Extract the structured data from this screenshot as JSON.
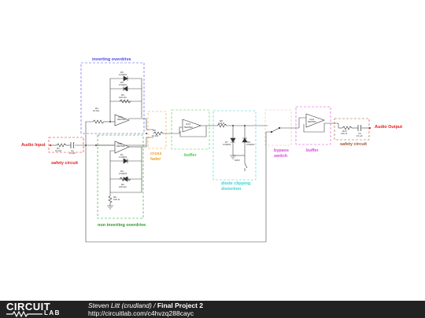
{
  "blocks": {
    "inverting_overdrive": "inverting overdrive",
    "non_inverting_overdrive": "non inverting overdrive",
    "cross_fader_line1": "cross",
    "cross_fader_line2": "fader",
    "buffer_1": "buffer",
    "diode_line1": "diode clipping",
    "diode_line2": "distortion",
    "bypass_line1": "bypass",
    "bypass_line2": "switch",
    "buffer_2": "buffer",
    "safety_in": "safety circuit",
    "safety_out": "safety circuit"
  },
  "io": {
    "input": "Audio Input",
    "output": "Audio Output"
  },
  "parts": {
    "d6": "D6",
    "d6_type": "1N4001",
    "d5": "D5",
    "d5_type": "1N4001",
    "r3": "R3",
    "r3_val": "100 kΩ",
    "r4": "R4",
    "r4_val": "10 kΩ",
    "oa1": "OA1",
    "oa1_type": "NE5532",
    "oa2": "OA2",
    "oa2_type": "NE5532",
    "d1": "D1",
    "d1_type": "1N4001",
    "d2": "D2",
    "d2_type": "1N4001",
    "r2": "R2",
    "r2_val": "100 kΩ",
    "r6": "R6",
    "r6_val": "100 Ω",
    "r1": "R1",
    "r1_val": "10 kΩ",
    "c1": "C1",
    "c1_val": "10 µF",
    "rc": "R5",
    "rc_val": "10 kΩ",
    "oa3": "OA3",
    "oa3_type": "NE5532",
    "r8": "R8",
    "r8_val": "100 Ω",
    "d7": "D7",
    "d7_type": "1N4001",
    "d8": "D8",
    "d8_type": "1N4001",
    "sw2": "SW2",
    "oa4": "OA4",
    "oa4_type": "NE5532",
    "r10": "R10",
    "r10_val": "100 Ω",
    "c3": "C3",
    "c3_val": "10 µF"
  },
  "colors": {
    "inverting": "#4a4ae0",
    "non_inverting": "#2d9a2d",
    "cross_fader": "#f0a030",
    "buffer": "#44cc44",
    "diode": "#40d0d0",
    "bypass": "#f0b8a0",
    "buffer2": "#e040e0",
    "safety_in": "#e02020",
    "safety_out": "#a0522d",
    "io": "#e02020"
  },
  "footer": {
    "logo_top": "CIRCUIT",
    "logo_bottom": "LAB",
    "author": "Steven Litt (crudland)",
    "separator": " / ",
    "project": "Final Project 2",
    "url": "http://circuitlab.com/c4hvzq288cayc"
  }
}
